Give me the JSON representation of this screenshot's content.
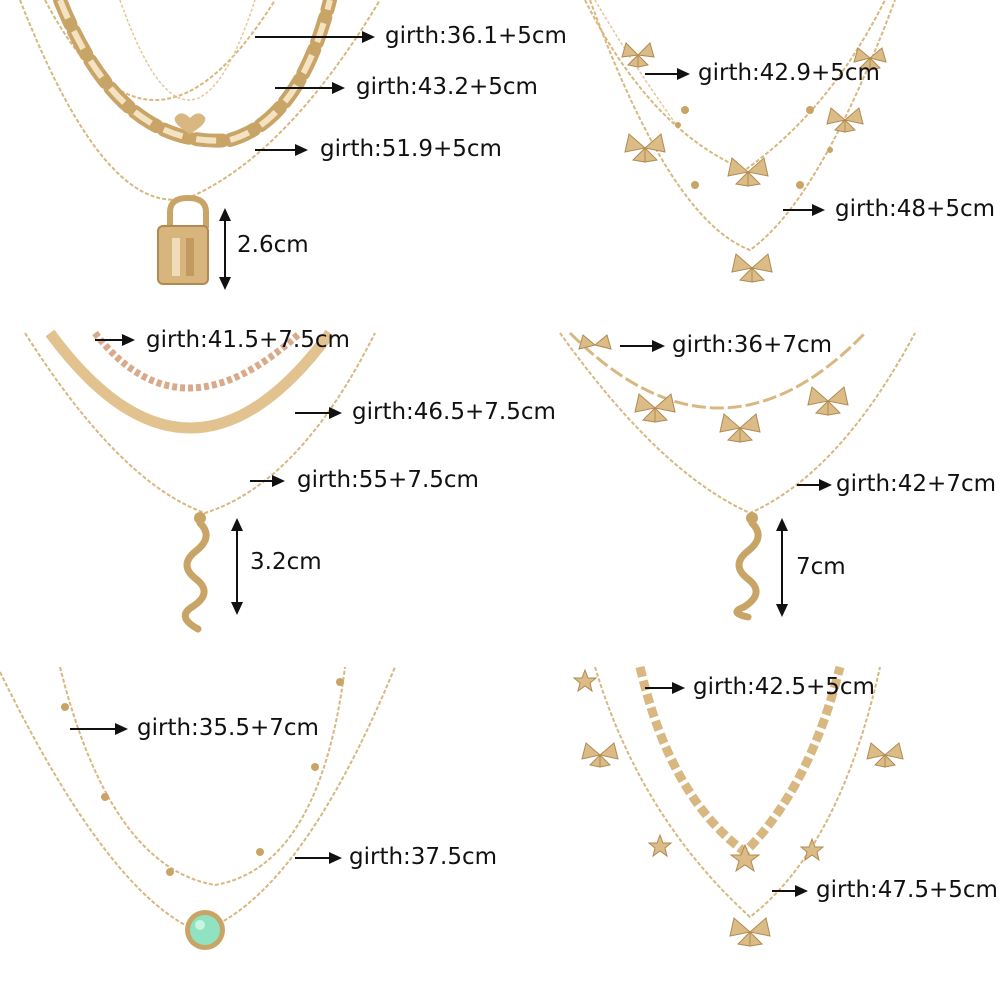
{
  "panels": [
    {
      "id": "p1",
      "labels": [
        "girth:36.1+5cm",
        "girth:43.2+5cm",
        "girth:51.9+5cm",
        "2.6cm"
      ]
    },
    {
      "id": "p2",
      "labels": [
        "girth:42.9+5cm",
        "girth:48+5cm"
      ]
    },
    {
      "id": "p3",
      "labels": [
        "girth:41.5+7.5cm",
        "girth:46.5+7.5cm",
        "girth:55+7.5cm",
        "3.2cm"
      ]
    },
    {
      "id": "p4",
      "labels": [
        "girth:36+7cm",
        "girth:42+7cm",
        "7cm"
      ]
    },
    {
      "id": "p5",
      "labels": [
        "girth:35.5+7cm",
        "girth:37.5cm"
      ]
    },
    {
      "id": "p6",
      "labels": [
        "girth:42.5+5cm",
        "girth:47.5+5cm"
      ]
    }
  ],
  "colors": {
    "gold": "#d9b780",
    "gold_dark": "#b08a52",
    "gold_light": "#ecd7b0",
    "gem": "#8fe3c0",
    "arrow": "#111111"
  }
}
